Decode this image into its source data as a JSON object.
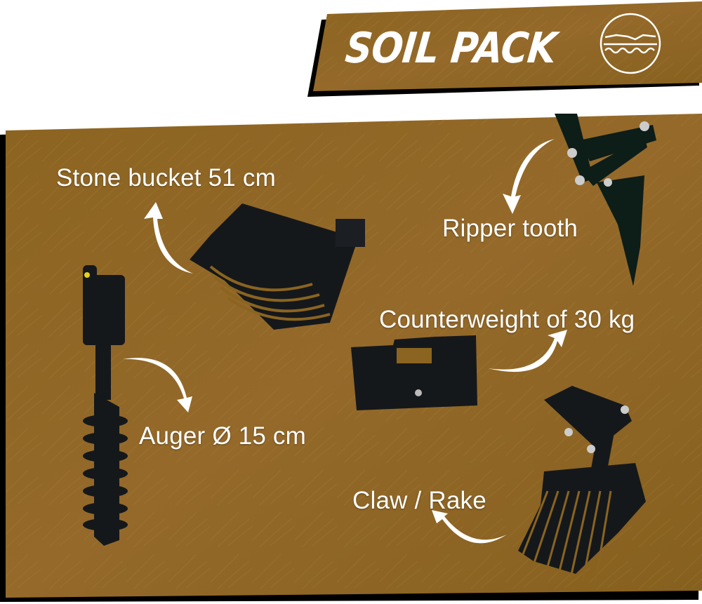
{
  "header": {
    "title": "SOIL PACK",
    "icon": "soil-layers-icon"
  },
  "colors": {
    "panel": "#8a6420",
    "panel_light": "#9b7329",
    "shadow": "#000000",
    "text": "#ffffff",
    "metal": "#15181b"
  },
  "items": [
    {
      "id": "stone-bucket",
      "label": "Stone bucket 51 cm"
    },
    {
      "id": "ripper-tooth",
      "label": "Ripper tooth"
    },
    {
      "id": "counterweight",
      "label": "Counterweight of 30 kg"
    },
    {
      "id": "auger",
      "label": "Auger Ø 15 cm"
    },
    {
      "id": "claw-rake",
      "label": "Claw / Rake"
    }
  ]
}
